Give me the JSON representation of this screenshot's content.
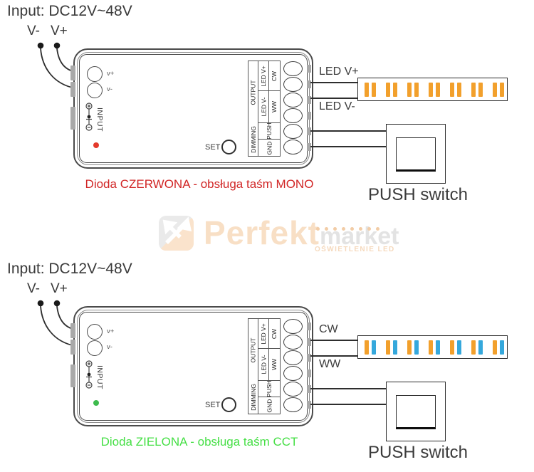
{
  "watermark": {
    "brand_primary": "Perfekt",
    "brand_secondary": "market",
    "subtitle": "OŚWIETLENIE LED",
    "colors": {
      "primary": "#f8dfc5",
      "secondary": "#e3e3e3",
      "subtitle": "#f5d9bd",
      "dots": "#f2cca6",
      "logo_gray": "#eaeaea",
      "logo_peach": "#fae3cc"
    }
  },
  "diagrams": [
    {
      "input_label": "Input: DC12V~48V",
      "v_minus_label": "V-",
      "v_plus_label": "V+",
      "controller": {
        "vplus_terminal_label": "v+",
        "vminus_terminal_label": "v-",
        "input_port_label": "INPUT",
        "set_button_label": "SET",
        "indicator_color": "#e43a2c",
        "terminal_table": {
          "output_group_label": "OUTPUT",
          "dimming_group_label": "DIMMING",
          "output_rows": [
            {
              "pin": "LED V+",
              "alt": "CW"
            },
            {
              "pin": "LED V-",
              "alt": "WW"
            }
          ],
          "dimming_pins": [
            "PUSH",
            "GND"
          ]
        }
      },
      "wire_labels": {
        "top": "LED V+",
        "bottom": "LED V-"
      },
      "led_strip": {
        "type": "mono",
        "pairs": 7,
        "bar_colors": [
          "#f2a02c",
          "#f2a02c"
        ]
      },
      "push_switch_label": "PUSH switch",
      "caption": {
        "text": "Dioda CZERWONA - obsługa taśm MONO",
        "color": "#d12626"
      }
    },
    {
      "input_label": "Input: DC12V~48V",
      "v_minus_label": "V-",
      "v_plus_label": "V+",
      "controller": {
        "vplus_terminal_label": "v+",
        "vminus_terminal_label": "v-",
        "input_port_label": "INPUT",
        "set_button_label": "SET",
        "indicator_color": "#3dbb4d",
        "terminal_table": {
          "output_group_label": "OUTPUT",
          "dimming_group_label": "DIMMING",
          "output_rows": [
            {
              "pin": "LED V+",
              "alt": "CW"
            },
            {
              "pin": "LED V-",
              "alt": "WW"
            }
          ],
          "dimming_pins": [
            "PUSH",
            "GND"
          ]
        }
      },
      "wire_labels": {
        "top": "CW",
        "bottom": "WW"
      },
      "led_strip": {
        "type": "cct",
        "pairs": 7,
        "bar_colors": [
          "#f2a02c",
          "#35a8dc"
        ]
      },
      "push_switch_label": "PUSH switch",
      "caption": {
        "text": "Dioda ZIELONA - obsługa taśm CCT",
        "color": "#46df46"
      }
    }
  ]
}
